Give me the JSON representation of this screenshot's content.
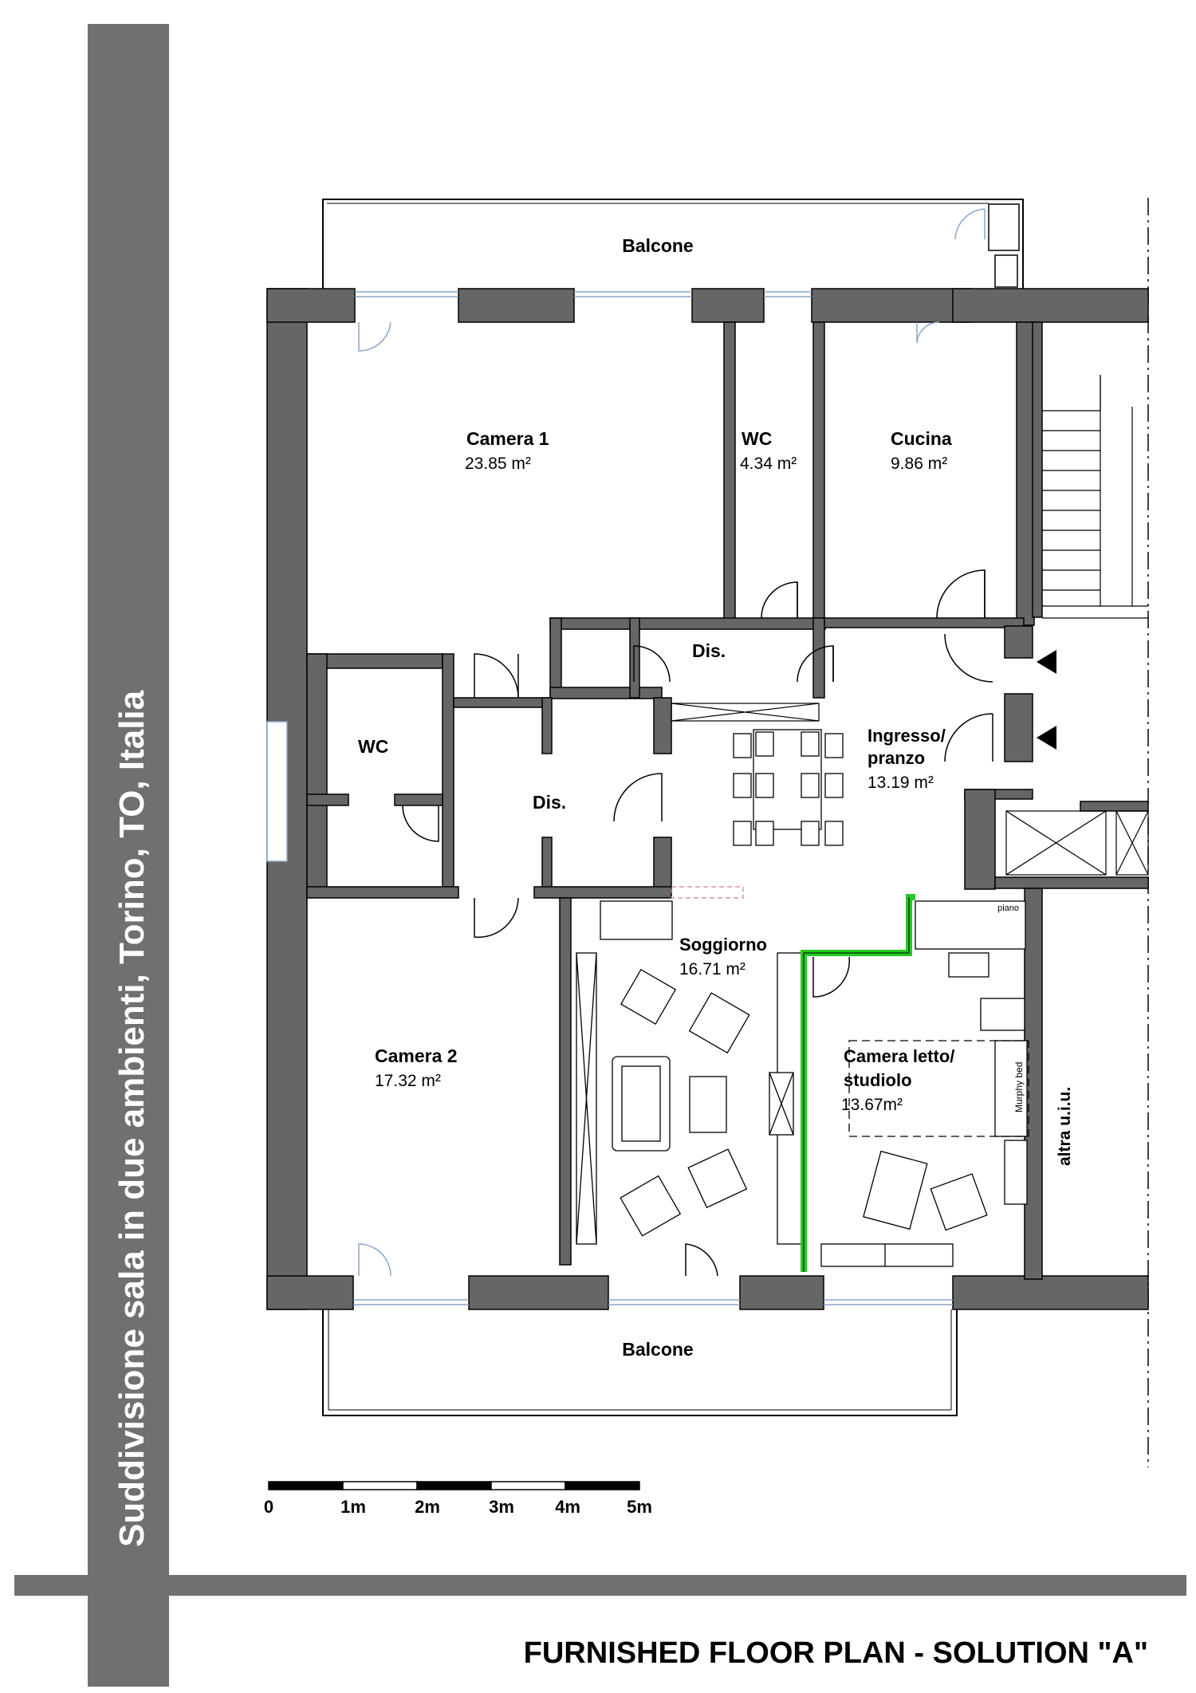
{
  "side_title": "Suddivisione sala in due ambienti, Torino, TO, Italia",
  "footer_title": "FURNISHED FLOOR PLAN - SOLUTION \"A\"",
  "rooms": {
    "balcone_top": "Balcone",
    "balcone_bottom": "Balcone",
    "camera1": {
      "name": "Camera 1",
      "area": "23.85 m²"
    },
    "wc_top": {
      "name": "WC",
      "area": "4.34 m²"
    },
    "cucina": {
      "name": "Cucina",
      "area": "9.86 m²"
    },
    "dis_top": "Dis.",
    "wc_left": "WC",
    "dis_left": "Dis.",
    "ingresso": {
      "name_line1": "Ingresso/",
      "name_line2": "pranzo",
      "area": "13.19 m²"
    },
    "soggiorno": {
      "name": "Soggiorno",
      "area": "16.71 m²"
    },
    "camera2": {
      "name": "Camera 2",
      "area": "17.32 m²"
    },
    "camera_letto": {
      "name_line1": "Camera letto/",
      "name_line2": "studiolo",
      "area": "13.67m²"
    },
    "altra": "altra u.i.u."
  },
  "furniture": {
    "piano": "piano",
    "murphy": "Murphy bed"
  },
  "scale_bar": {
    "labels": [
      "0",
      "1m",
      "2m",
      "3m",
      "4m",
      "5m"
    ]
  },
  "colors": {
    "wall": "#666666",
    "new_partition": "#22cc22",
    "frame": "#707070",
    "window": "#8aa6c8"
  }
}
